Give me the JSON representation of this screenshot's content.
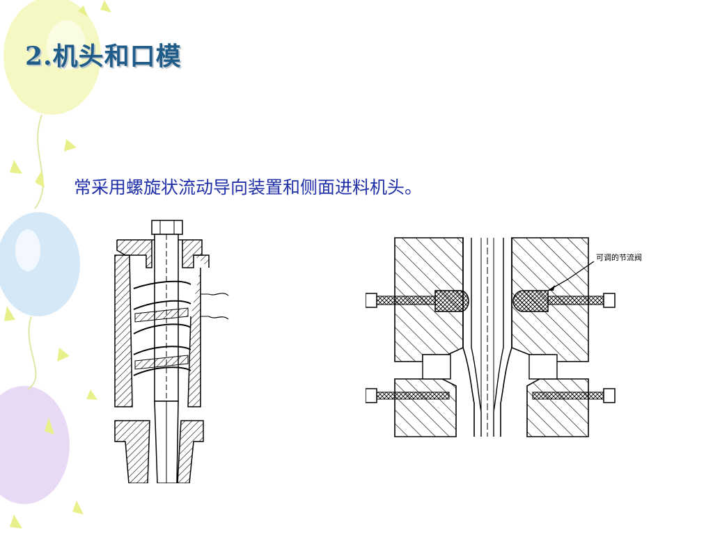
{
  "slide": {
    "title": "2.机头和口模",
    "body": "常采用螺旋状流动导向装置和侧面进料机头。"
  },
  "figures": {
    "right": {
      "valve_label": "可调的节流阀"
    }
  },
  "colors": {
    "title": "#1f5c8a",
    "body_text": "#1f2fa8",
    "hatch": "#000000",
    "balloon_yellow": "#f3f7b8",
    "balloon_blue": "#cfe6f7",
    "balloon_purple": "#e6d6f3"
  }
}
